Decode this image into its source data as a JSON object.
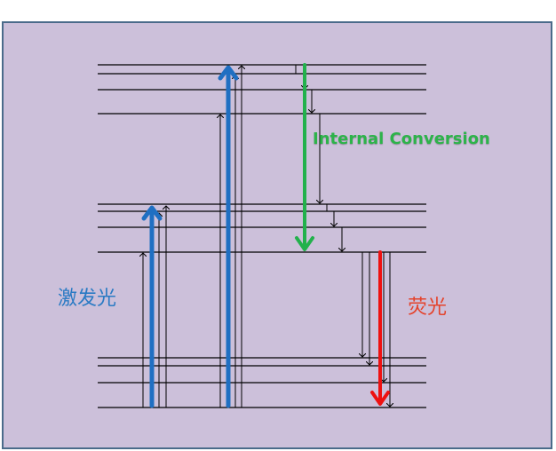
{
  "labels": {
    "internal_conversion": "Internal Conversion",
    "excitation_light": "激发光",
    "fluorescence": "荧光"
  },
  "colors": {
    "background": "#ccc0da",
    "frame": "#4a6b8a",
    "level_line": "#000000",
    "excitation_arrow": "#1f6fc2",
    "internal_conversion_arrow": "#22b14c",
    "fluorescence_arrow": "#ee1111",
    "internal_conversion_text": "#2db34a",
    "excitation_text": "#2a7ac4",
    "fluorescence_text": "#e4432c"
  },
  "energy_levels": {
    "S2_lines": 4,
    "S1_lines": 4,
    "S0_lines": 4
  }
}
